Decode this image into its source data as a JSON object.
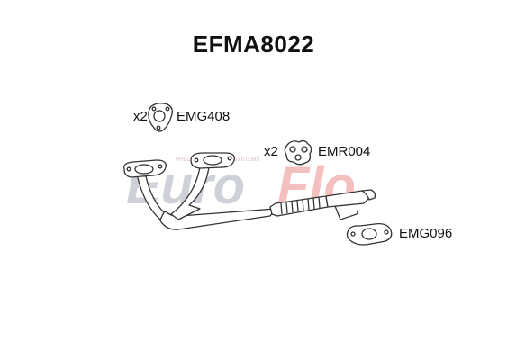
{
  "title": "EFMA8022",
  "watermark": {
    "brand_left": "Euro",
    "brand_right": "Flo",
    "tagline": "PRECISION EXHAUST SYSTEMS"
  },
  "parts": [
    {
      "code": "EMG408",
      "qty": "x2"
    },
    {
      "code": "EMR004",
      "qty": "x2"
    },
    {
      "code": "EMG096",
      "qty": ""
    }
  ],
  "colors": {
    "line": "#333333",
    "watermark_grey": "#c9cdd3",
    "watermark_red": "#f2b9b9",
    "text": "#111111"
  }
}
